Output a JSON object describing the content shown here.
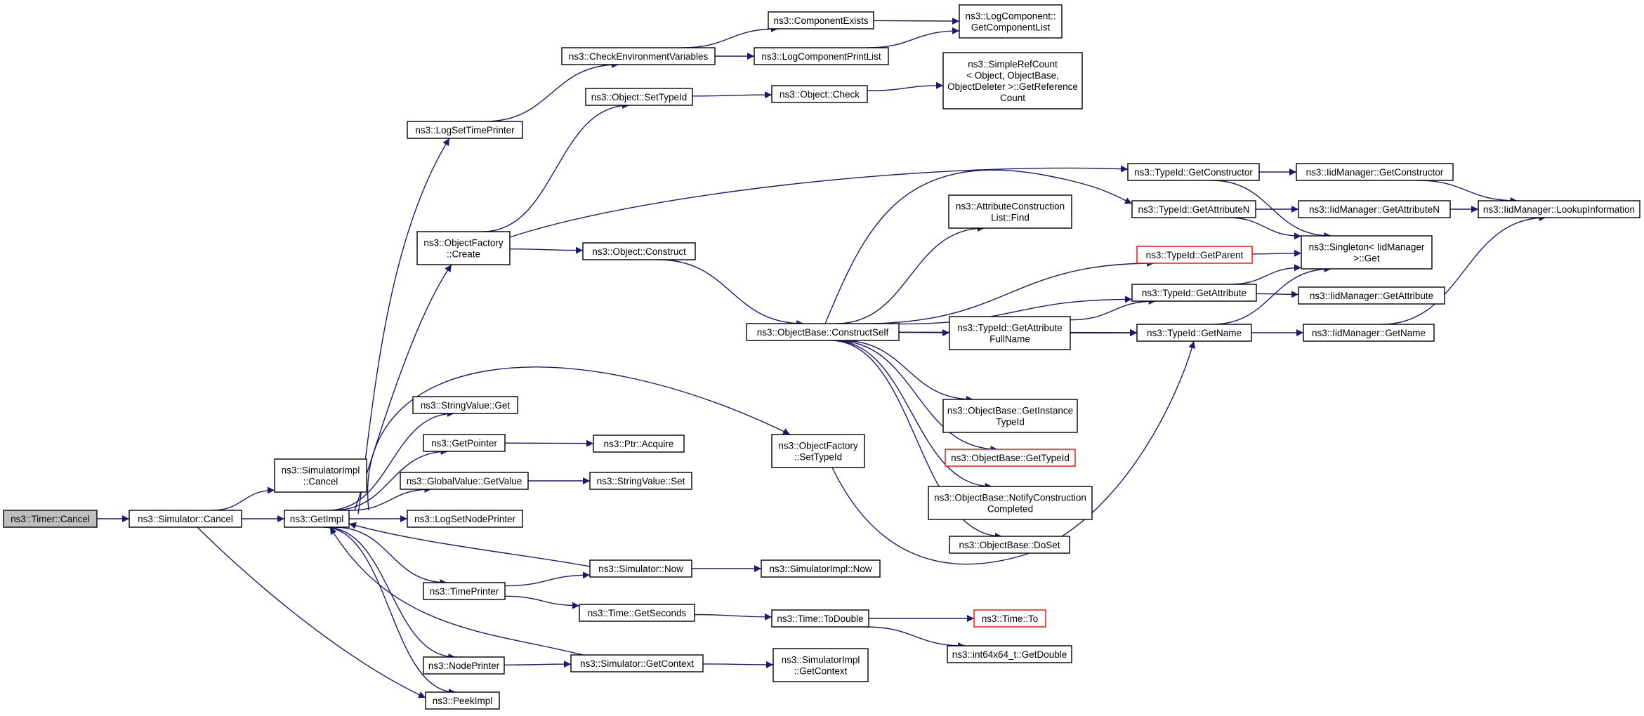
{
  "colors": {
    "edge": "#191970",
    "node_border": "#000000",
    "truncated_border": "#ff0000",
    "root_fill": "#bfbfbf",
    "node_fill": "#ffffff"
  },
  "nodes": [
    {
      "id": "timer_cancel",
      "lines": [
        "ns3::Timer::Cancel"
      ],
      "root": true
    },
    {
      "id": "sim_cancel",
      "lines": [
        "ns3::Simulator::Cancel"
      ]
    },
    {
      "id": "simimpl_cancel",
      "lines": [
        "ns3::SimulatorImpl",
        "::Cancel"
      ]
    },
    {
      "id": "getimpl",
      "lines": [
        "ns3::GetImpl"
      ]
    },
    {
      "id": "peekimpl",
      "lines": [
        "ns3::PeekImpl"
      ]
    },
    {
      "id": "logsettimeprinter",
      "lines": [
        "ns3::LogSetTimePrinter"
      ]
    },
    {
      "id": "checkenv",
      "lines": [
        "ns3::CheckEnvironmentVariables"
      ]
    },
    {
      "id": "componentexists",
      "lines": [
        "ns3::ComponentExists"
      ]
    },
    {
      "id": "getcomponentlist",
      "lines": [
        "ns3::LogComponent::",
        "GetComponentList"
      ]
    },
    {
      "id": "logcomponentprintlist",
      "lines": [
        "ns3::LogComponentPrintList"
      ]
    },
    {
      "id": "objfactory_create",
      "lines": [
        "ns3::ObjectFactory",
        "::Create"
      ]
    },
    {
      "id": "obj_settypeid",
      "lines": [
        "ns3::Object::SetTypeId"
      ]
    },
    {
      "id": "obj_check",
      "lines": [
        "ns3::Object::Check"
      ]
    },
    {
      "id": "simplerefcount",
      "lines": [
        "ns3::SimpleRefCount",
        "< Object, ObjectBase,",
        "ObjectDeleter >::GetReference",
        "Count"
      ]
    },
    {
      "id": "obj_construct",
      "lines": [
        "ns3::Object::Construct"
      ]
    },
    {
      "id": "constructself",
      "lines": [
        "ns3::ObjectBase::ConstructSelf"
      ]
    },
    {
      "id": "typeid_getconstructor",
      "lines": [
        "ns3::TypeId::GetConstructor"
      ]
    },
    {
      "id": "iid_getconstructor",
      "lines": [
        "ns3::IidManager::GetConstructor"
      ]
    },
    {
      "id": "lookupinfo",
      "lines": [
        "ns3::IidManager::LookupInformation"
      ]
    },
    {
      "id": "typeid_getattributen",
      "lines": [
        "ns3::TypeId::GetAttributeN"
      ]
    },
    {
      "id": "iid_getattributen",
      "lines": [
        "ns3::IidManager::GetAttributeN"
      ]
    },
    {
      "id": "attrlist_find",
      "lines": [
        "ns3::AttributeConstruction",
        "List::Find"
      ]
    },
    {
      "id": "typeid_getparent",
      "lines": [
        "ns3::TypeId::GetParent"
      ],
      "truncated": true
    },
    {
      "id": "singleton_get",
      "lines": [
        "ns3::Singleton< IidManager",
        ">::Get"
      ]
    },
    {
      "id": "typeid_getattribute",
      "lines": [
        "ns3::TypeId::GetAttribute"
      ]
    },
    {
      "id": "iid_getattribute",
      "lines": [
        "ns3::IidManager::GetAttribute"
      ]
    },
    {
      "id": "typeid_getattrfullname",
      "lines": [
        "ns3::TypeId::GetAttribute",
        "FullName"
      ]
    },
    {
      "id": "typeid_getname",
      "lines": [
        "ns3::TypeId::GetName"
      ]
    },
    {
      "id": "iid_getname",
      "lines": [
        "ns3::IidManager::GetName"
      ]
    },
    {
      "id": "ob_getinstancetypeid",
      "lines": [
        "ns3::ObjectBase::GetInstance",
        "TypeId"
      ]
    },
    {
      "id": "ob_gettypeid",
      "lines": [
        "ns3::ObjectBase::GetTypeId"
      ],
      "truncated": true
    },
    {
      "id": "ob_notifyconstruction",
      "lines": [
        "ns3::ObjectBase::NotifyConstruction",
        "Completed"
      ]
    },
    {
      "id": "ob_doset",
      "lines": [
        "ns3::ObjectBase::DoSet"
      ]
    },
    {
      "id": "stringvalue_get",
      "lines": [
        "ns3::StringValue::Get"
      ]
    },
    {
      "id": "getpointer",
      "lines": [
        "ns3::GetPointer"
      ]
    },
    {
      "id": "ptr_acquire",
      "lines": [
        "ns3::Ptr::Acquire"
      ]
    },
    {
      "id": "globalvalue_getvalue",
      "lines": [
        "ns3::GlobalValue::GetValue"
      ]
    },
    {
      "id": "stringvalue_set",
      "lines": [
        "ns3::StringValue::Set"
      ]
    },
    {
      "id": "logsetnodeprinter",
      "lines": [
        "ns3::LogSetNodePrinter"
      ]
    },
    {
      "id": "objfactory_settypeid",
      "lines": [
        "ns3::ObjectFactory",
        "::SetTypeId"
      ]
    },
    {
      "id": "timeprinter",
      "lines": [
        "ns3::TimePrinter"
      ]
    },
    {
      "id": "sim_now",
      "lines": [
        "ns3::Simulator::Now"
      ]
    },
    {
      "id": "simimpl_now",
      "lines": [
        "ns3::SimulatorImpl::Now"
      ]
    },
    {
      "id": "time_getseconds",
      "lines": [
        "ns3::Time::GetSeconds"
      ]
    },
    {
      "id": "time_todouble",
      "lines": [
        "ns3::Time::ToDouble"
      ]
    },
    {
      "id": "time_to",
      "lines": [
        "ns3::Time::To"
      ],
      "truncated": true
    },
    {
      "id": "int64_getdouble",
      "lines": [
        "ns3::int64x64_t::GetDouble"
      ]
    },
    {
      "id": "nodeprinter",
      "lines": [
        "ns3::NodePrinter"
      ]
    },
    {
      "id": "sim_getcontext",
      "lines": [
        "ns3::Simulator::GetContext"
      ]
    },
    {
      "id": "simimpl_getcontext",
      "lines": [
        "ns3::SimulatorImpl",
        "::GetContext"
      ]
    }
  ]
}
